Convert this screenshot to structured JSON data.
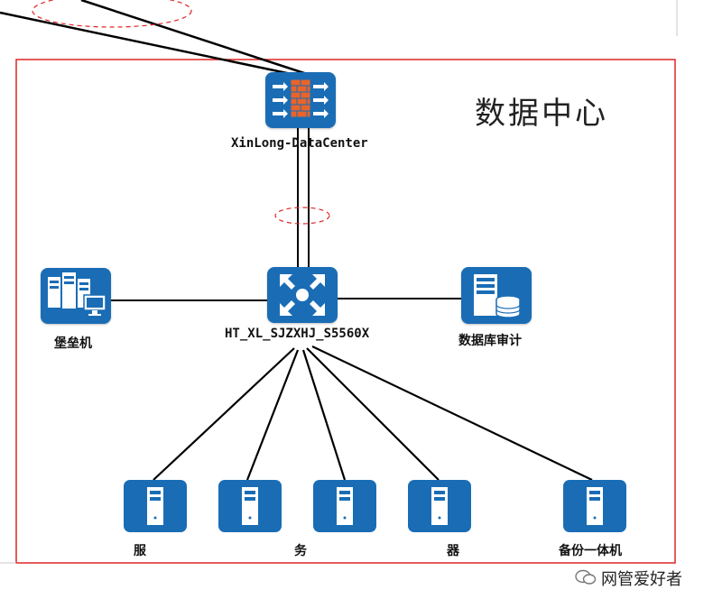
{
  "title": "数据中心",
  "firewall": {
    "label": "XinLong-DataCenter",
    "icon": "firewall-icon"
  },
  "core_switch": {
    "label": "HT_XL_SJZXHJ_S5560X",
    "icon": "switch-icon"
  },
  "bastion": {
    "label": "堡垒机",
    "icon": "bastion-host-icon"
  },
  "db_audit": {
    "label": "数据库审计",
    "icon": "database-audit-icon"
  },
  "servers": {
    "labels": [
      "服",
      "务",
      "器"
    ],
    "backup_label": "备份一体机",
    "icon": "server-icon"
  },
  "watermark": "网管爱好者",
  "colors": {
    "node": "#1a6db5",
    "frame": "#e02525",
    "link": "#000000",
    "firewall_bricks": "#e8642a"
  }
}
